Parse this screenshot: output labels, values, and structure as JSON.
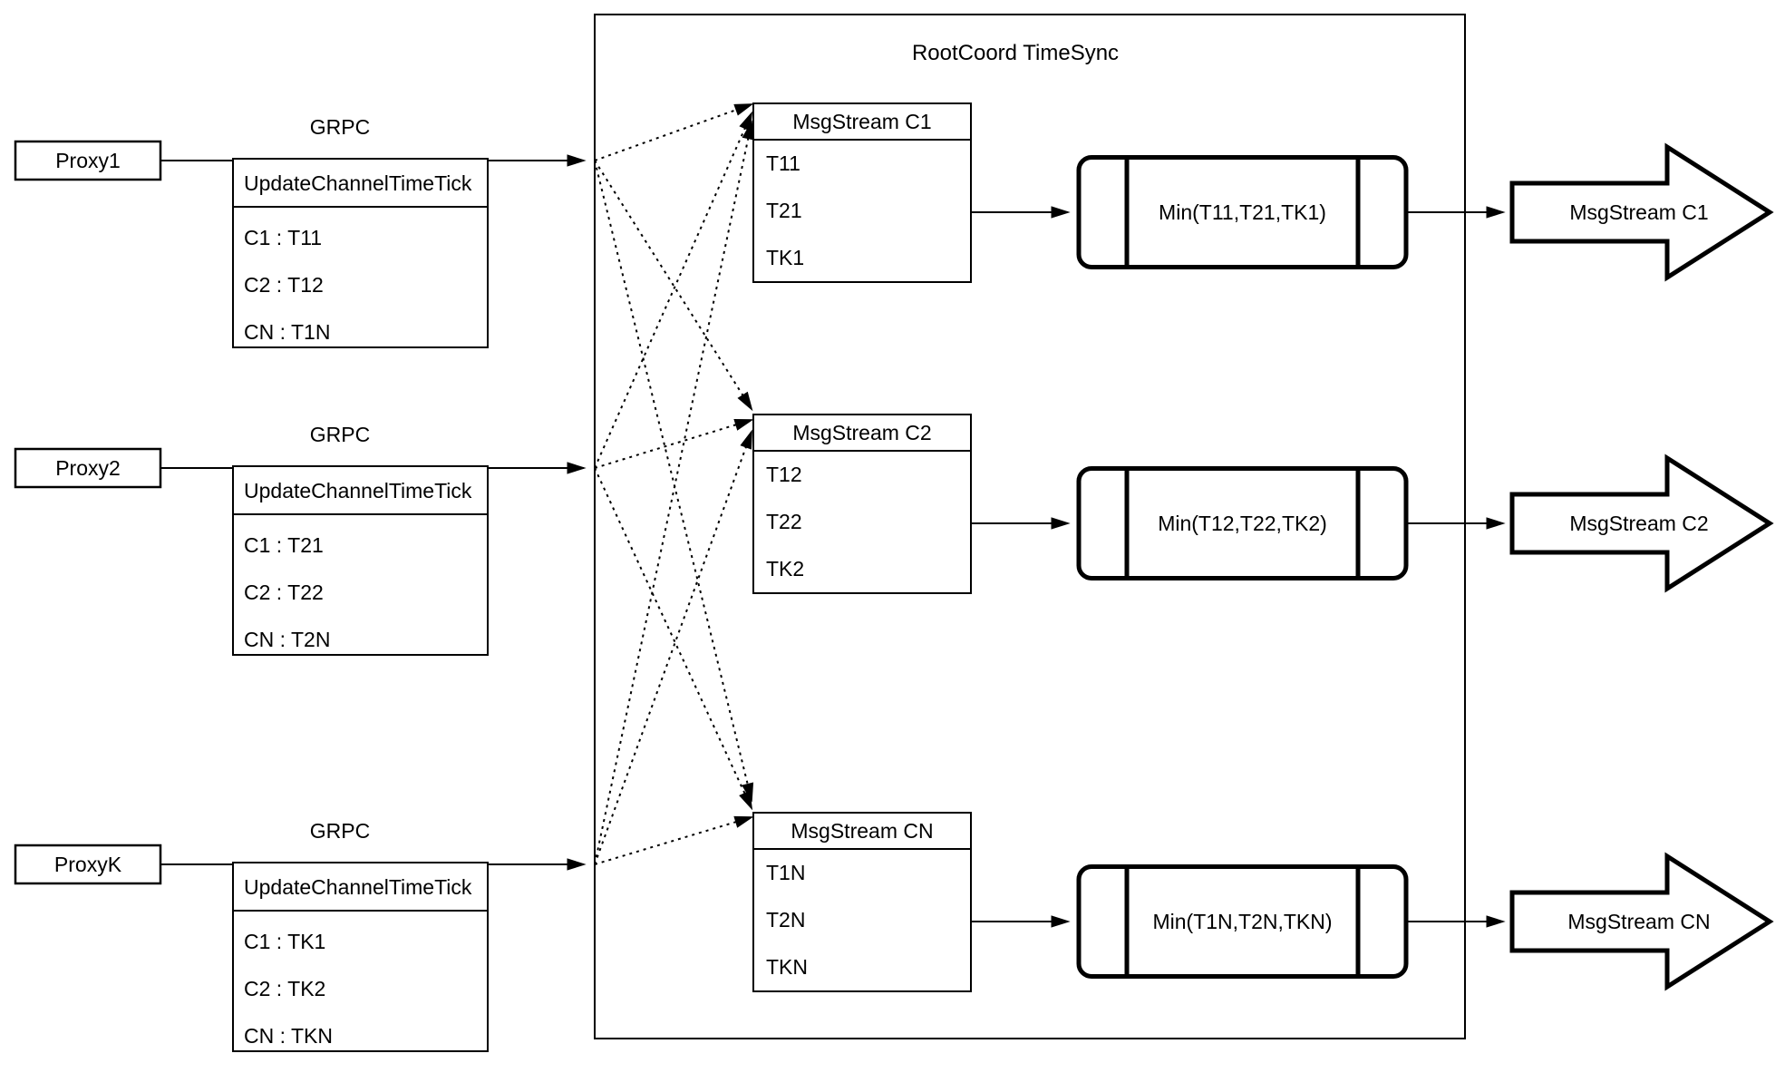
{
  "diagram": {
    "title": "RootCoord TimeSync",
    "colors": {
      "stroke": "#000000",
      "background": "#ffffff"
    },
    "rows": [
      {
        "proxy_label": "Proxy1",
        "grpc_label": "GRPC",
        "request_table": {
          "header": "UpdateChannelTimeTick",
          "rows": [
            "C1 :  T11",
            "C2 :  T12",
            "CN : T1N"
          ]
        },
        "stream_table": {
          "header": "MsgStream C1",
          "rows": [
            "T11",
            "T21",
            "TK1"
          ]
        },
        "min_label": "Min(T11,T21,TK1)",
        "output_arrow_label": "MsgStream C1"
      },
      {
        "proxy_label": "Proxy2",
        "grpc_label": "GRPC",
        "request_table": {
          "header": "UpdateChannelTimeTick",
          "rows": [
            "C1 :  T21",
            "C2 :  T22",
            "CN : T2N"
          ]
        },
        "stream_table": {
          "header": "MsgStream C2",
          "rows": [
            "T12",
            "T22",
            "TK2"
          ]
        },
        "min_label": "Min(T12,T22,TK2)",
        "output_arrow_label": "MsgStream C2"
      },
      {
        "proxy_label": "ProxyK",
        "grpc_label": "GRPC",
        "request_table": {
          "header": "UpdateChannelTimeTick",
          "rows": [
            "C1 :  TK1",
            "C2 :  TK2",
            "CN : TKN"
          ]
        },
        "stream_table": {
          "header": "MsgStream CN",
          "rows": [
            "T1N",
            "T2N",
            "TKN"
          ]
        },
        "min_label": "Min(T1N,T2N,TKN)",
        "output_arrow_label": "MsgStream CN"
      }
    ]
  }
}
